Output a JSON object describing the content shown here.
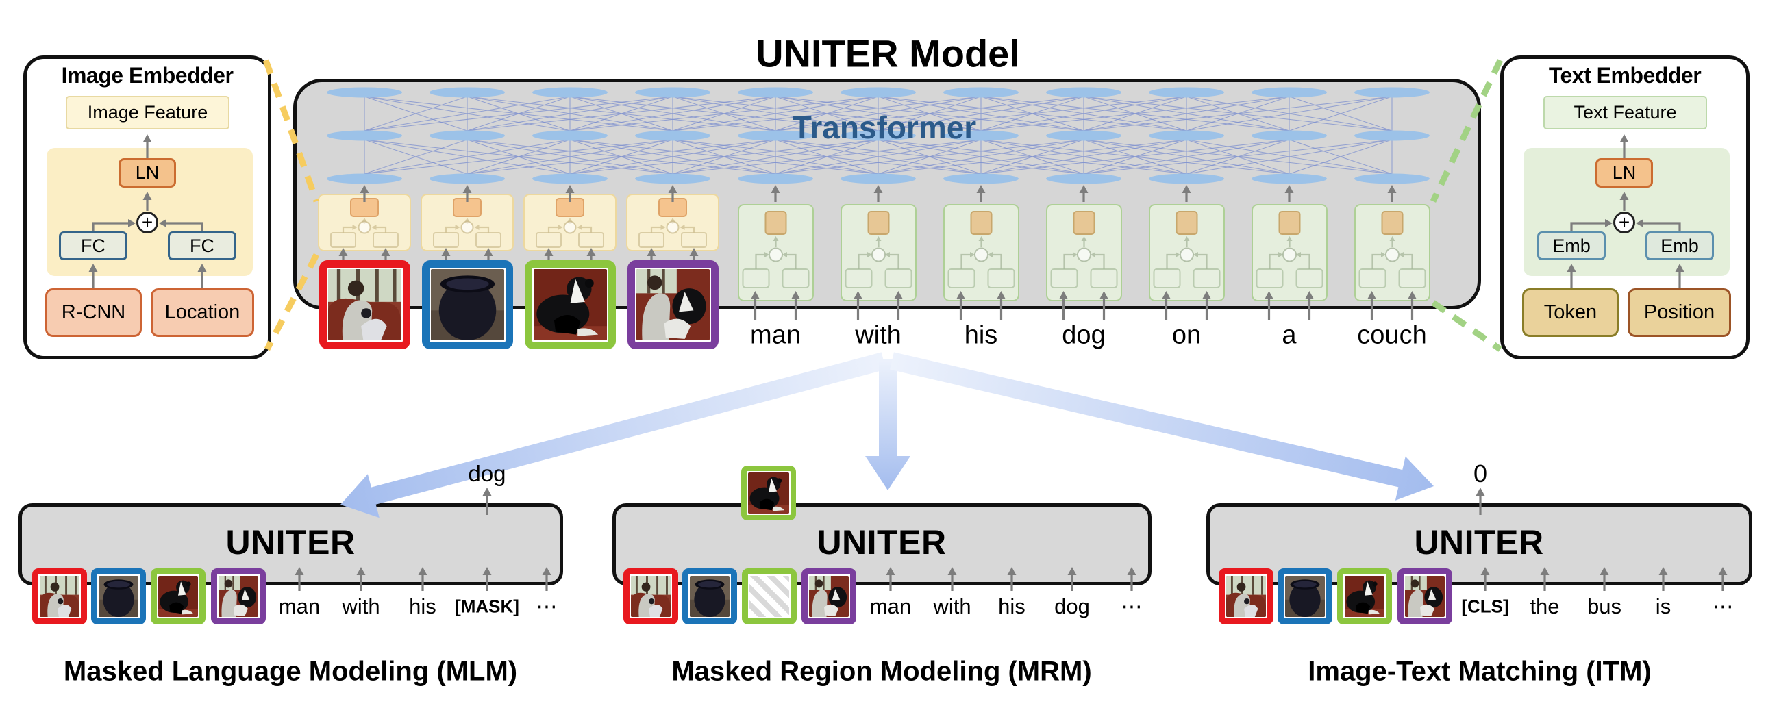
{
  "title": "UNITER Model",
  "transformer_label": "Transformer",
  "image_embedder": {
    "title": "Image Embedder",
    "feature": "Image Feature",
    "ln": "LN",
    "plus": "+",
    "fc_left": "FC",
    "fc_right": "FC",
    "source_left": "R-CNN",
    "source_right": "Location"
  },
  "text_embedder": {
    "title": "Text Embedder",
    "feature": "Text Feature",
    "ln": "LN",
    "plus": "+",
    "emb_left": "Emb",
    "emb_right": "Emb",
    "source_left": "Token",
    "source_right": "Position"
  },
  "sentence_words": [
    "man",
    "with",
    "his",
    "dog",
    "on",
    "a",
    "couch"
  ],
  "image_regions": [
    {
      "type": "man-in-armchair",
      "border": "#e8191f"
    },
    {
      "type": "cup",
      "border": "#1b74b8"
    },
    {
      "type": "dog",
      "border": "#8cc63e"
    },
    {
      "type": "man-with-dog",
      "border": "#7a3e9d"
    }
  ],
  "tasks": [
    {
      "model_label": "UNITER",
      "caption": "Masked Language Modeling (MLM)",
      "output_text": "dog",
      "words": [
        "man",
        "with",
        "his",
        "[MASK]",
        "⋯"
      ],
      "bold_word_index": 3
    },
    {
      "model_label": "UNITER",
      "caption": "Masked Region Modeling (MRM)",
      "output_image": "dog",
      "words": [
        "man",
        "with",
        "his",
        "dog",
        "⋯"
      ],
      "masked_region_index": 2
    },
    {
      "model_label": "UNITER",
      "caption": "Image-Text Matching (ITM)",
      "output_text": "0",
      "words": [
        "[CLS]",
        "the",
        "bus",
        "is",
        "⋯"
      ],
      "bold_word_index": 0
    }
  ],
  "colors": {
    "box_gray": "#d6d6d6",
    "ellipse_blue": "#9cc2e8",
    "net_line": "#7d90cf",
    "transformer_text": "#2b5a8a",
    "arrow_gray": "#7d7d7d",
    "dash_yellow": "#f6cc5f",
    "dash_green": "#a2d284",
    "big_arrow_light": "#edf2fc",
    "big_arrow_dark": "#a3bcee",
    "region_red": "#e8191f",
    "region_blue": "#1b74b8",
    "region_green": "#8cc63e",
    "region_purple": "#7a3e9d"
  }
}
